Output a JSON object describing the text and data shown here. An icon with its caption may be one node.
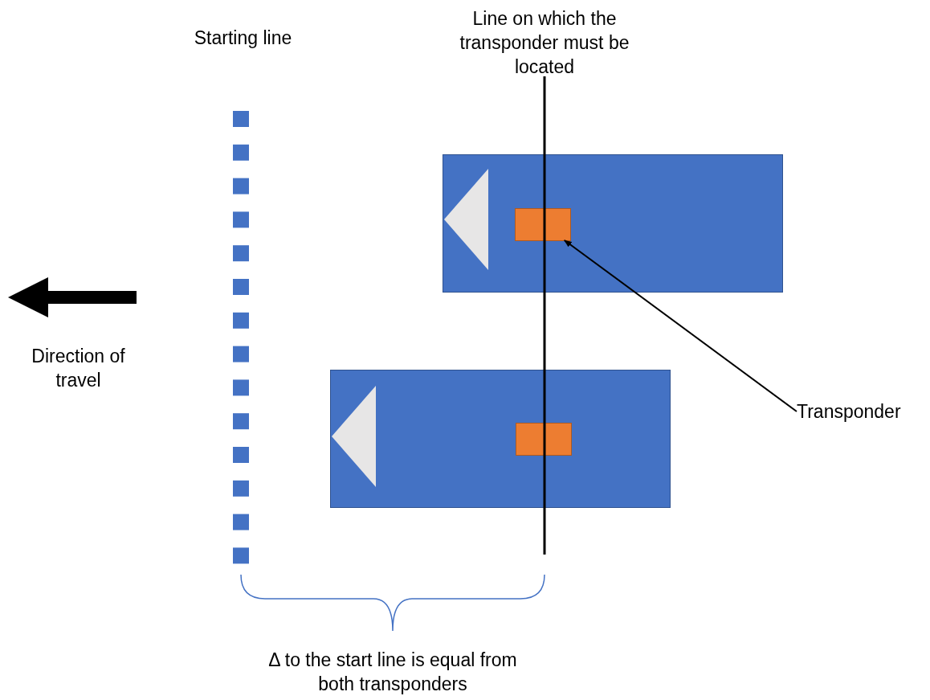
{
  "diagram": {
    "nodes": [
      {
        "text": [],
        "shape": "box"
      },
      {
        "text": [],
        "shape": "triangle",
        "in": 0
      },
      {
        "text": [],
        "shape": "box",
        "in": 0
      },
      {
        "text": [],
        "shape": "box"
      },
      {
        "text": [],
        "shape": "triangle",
        "in": 3
      },
      {
        "text": [],
        "shape": "box",
        "in": 3
      },
      {
        "text": [
          "Transponder"
        ]
      }
    ],
    "edges": [
      {
        "from": 6,
        "to": 2,
        "arrow": "to"
      }
    ],
    "labels": [
      "Starting line",
      "Line on which the transponder must be located",
      "Direction of travel",
      "Δ to the start line is equal from both transponders"
    ]
  }
}
